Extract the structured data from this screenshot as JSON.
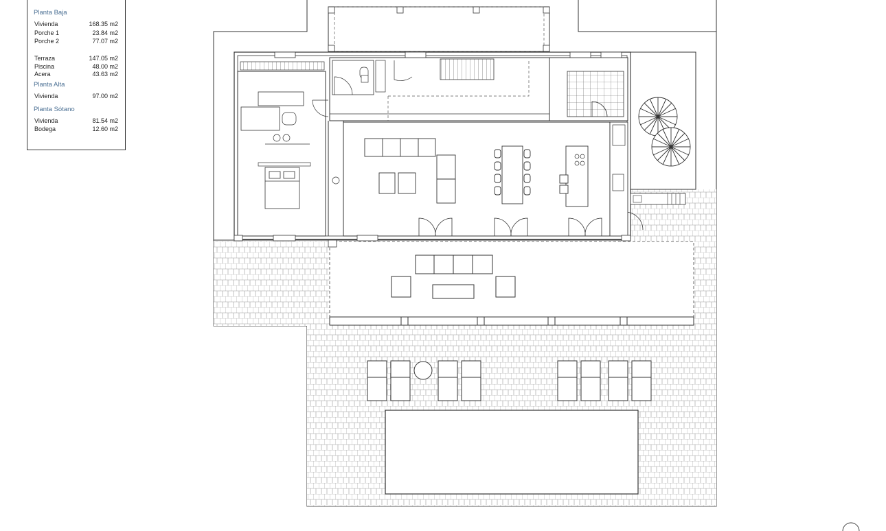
{
  "legend": {
    "planta_baja": {
      "title": "Planta Baja",
      "rows": [
        {
          "name": "Vivienda",
          "value": "168.35 m2"
        },
        {
          "name": "Porche 1",
          "value": "23.84 m2"
        },
        {
          "name": "Porche 2",
          "value": "77.07 m2"
        },
        {
          "name": "Terraza",
          "value": "147.05 m2"
        },
        {
          "name": "Piscina",
          "value": "48.00 m2"
        },
        {
          "name": "Acera",
          "value": "43.63 m2"
        }
      ]
    },
    "planta_alta": {
      "title": "Planta Alta",
      "rows": [
        {
          "name": "Vivienda",
          "value": "97.00 m2"
        }
      ]
    },
    "planta_sotano": {
      "title": "Planta Sótano",
      "rows": [
        {
          "name": "Vivienda",
          "value": "81.54 m2"
        },
        {
          "name": "Bodega",
          "value": "12.60 m2"
        }
      ]
    }
  },
  "colors": {
    "line": "#333333",
    "accent_heading": "#4a6f93",
    "paving": "#9a9a9a"
  },
  "icons": [
    "north-arrow-icon",
    "tree-icon",
    "bed-icon",
    "hob-icon",
    "sink-icon",
    "toilet-icon"
  ]
}
